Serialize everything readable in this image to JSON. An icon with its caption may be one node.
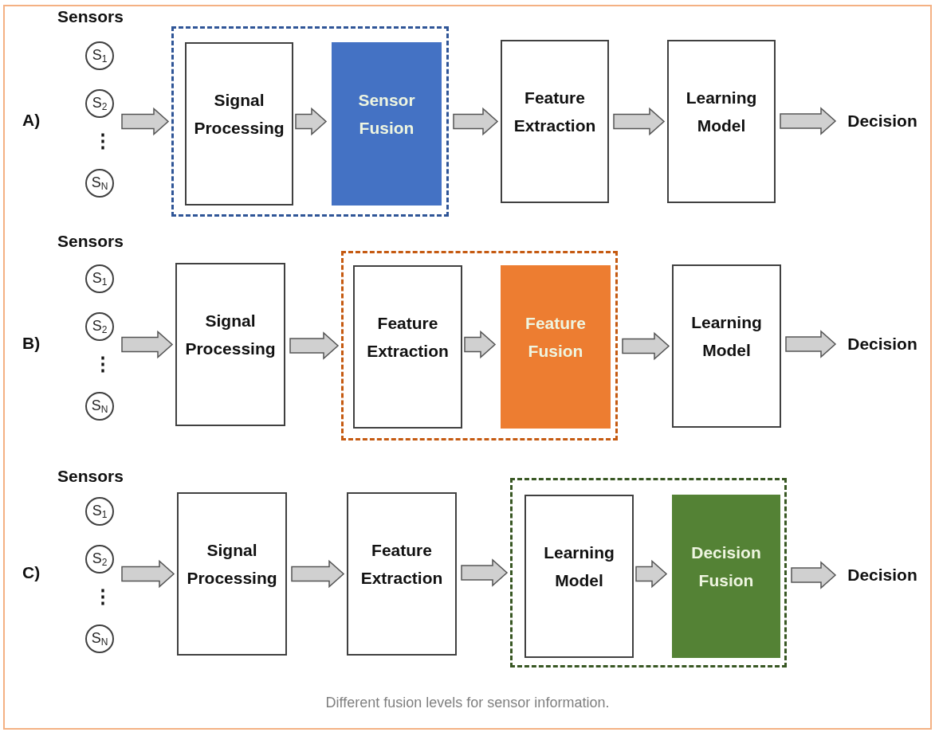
{
  "diagram": {
    "caption": "Different fusion levels for sensor information.",
    "nodes": [
      {
        "text": [
          "S$_{1}$"
        ]
      },
      {
        "text": [
          "S$_{2}$"
        ]
      },
      {
        "text": [
          "S$_{N}$"
        ]
      },
      {
        "text": [],
        "shape": "box"
      },
      {
        "text": [
          "Signal Processing"
        ],
        "in": 3
      },
      {
        "text": [
          "Sensor Fusion"
        ],
        "in": 3
      },
      {
        "text": [
          "Feature Extraction"
        ]
      },
      {
        "text": [
          "Learning Model"
        ]
      },
      {
        "text": [
          "Decision"
        ]
      },
      {
        "text": [
          "S$_{1}$"
        ]
      },
      {
        "text": [
          "S$_{2}$"
        ]
      },
      {
        "text": [
          "S$_{N}$"
        ]
      },
      {
        "text": [
          "Signal Processing"
        ]
      },
      {
        "text": [],
        "shape": "box"
      },
      {
        "text": [
          "Feature Extraction"
        ],
        "in": 13
      },
      {
        "text": [
          "Feature Fusion"
        ],
        "in": 13
      },
      {
        "text": [
          "Learning Model"
        ]
      },
      {
        "text": [
          "Decision"
        ]
      },
      {
        "text": [
          "S$_{1}$"
        ]
      },
      {
        "text": [
          "S$_{2}$"
        ]
      },
      {
        "text": [
          "S$_{N}$"
        ]
      },
      {
        "text": [
          "Signal Processing"
        ]
      },
      {
        "text": [
          "Feature Extraction"
        ]
      },
      {
        "text": [],
        "shape": "box"
      },
      {
        "text": [
          "Learning Model"
        ],
        "in": 23
      },
      {
        "text": [
          "Decision Fusion"
        ],
        "in": 23
      },
      {
        "text": [
          "Decision"
        ]
      }
    ],
    "edges": [
      {
        "from": null,
        "to": 3,
        "arrow": "to"
      },
      {
        "from": 4,
        "to": 5,
        "arrow": "to"
      },
      {
        "from": 3,
        "to": 6,
        "arrow": "to"
      },
      {
        "from": 6,
        "to": 7,
        "arrow": "to"
      },
      {
        "from": 7,
        "to": 8,
        "arrow": "to"
      },
      {
        "from": null,
        "to": 12,
        "arrow": "to"
      },
      {
        "from": 12,
        "to": 13,
        "arrow": "to"
      },
      {
        "from": 14,
        "to": 15,
        "arrow": "to"
      },
      {
        "from": 13,
        "to": 16,
        "arrow": "to"
      },
      {
        "from": 16,
        "to": 17,
        "arrow": "to"
      },
      {
        "from": null,
        "to": 21,
        "arrow": "to"
      },
      {
        "from": 21,
        "to": 22,
        "arrow": "to"
      },
      {
        "from": 22,
        "to": 23,
        "arrow": "to"
      },
      {
        "from": 24,
        "to": 25,
        "arrow": "to"
      },
      {
        "from": 23,
        "to": 26,
        "arrow": "to"
      }
    ],
    "labels": [
      "Sensors",
      "A)",
      "⋮",
      "Sensors",
      "B)",
      "⋮",
      "Sensors",
      "C)",
      "⋮"
    ]
  }
}
